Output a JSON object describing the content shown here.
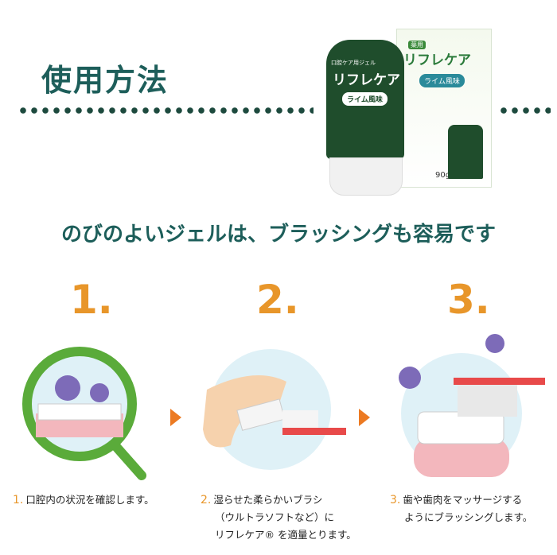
{
  "title": "使用方法",
  "heading": "のびのよいジェルは、ブラッシングも容易です",
  "product": {
    "brand": "リフレケア",
    "category_badge": "薬用",
    "subtitle": "口腔ケア用ジェル",
    "flavor": "ライム風味",
    "weight": "90g",
    "colors": {
      "bottle": "#1f4d2c",
      "lime": "#9ccc3c"
    }
  },
  "steps": [
    {
      "number": "1.",
      "caption_lines": [
        "口腔内の状況を確認します。"
      ]
    },
    {
      "number": "2.",
      "caption_lines": [
        "湿らせた柔らかいブラシ",
        "（ウルトラソフトなど）に",
        "リフレケア® を適量とります。"
      ]
    },
    {
      "number": "3.",
      "caption_lines": [
        "歯や歯肉をマッサージする",
        "ようにブラッシングします。"
      ]
    }
  ],
  "colors": {
    "title": "#1d5e5a",
    "accent": "#e8962a",
    "arrow": "#ec7a22",
    "magnifier": "#5aab3a"
  }
}
